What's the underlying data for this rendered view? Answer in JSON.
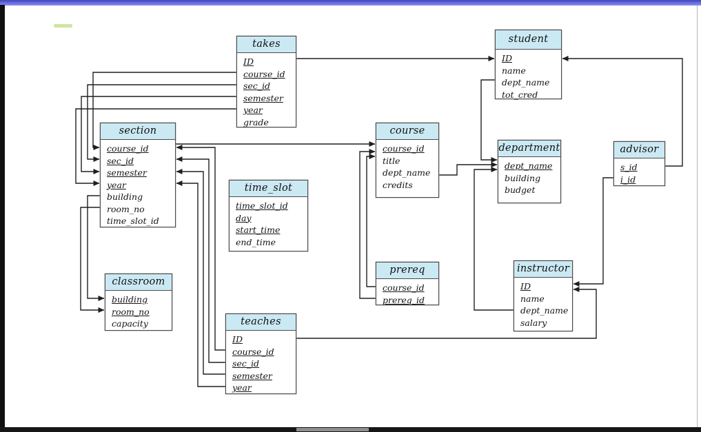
{
  "page": {
    "description": "Schema diagram for the university database",
    "background": "#ffffff",
    "topbar_color": "#6b6fdf",
    "edge_color": "#101010",
    "green_dash_color": "#cfe4a4",
    "box_header_fill": "#cbe9f3",
    "box_border_color": "#4a4a4a",
    "wire_color": "#1f1f1f"
  },
  "tables": {
    "takes": {
      "title": "takes",
      "fields": [
        {
          "text": "ID",
          "key": true
        },
        {
          "text": "course_id",
          "key": true
        },
        {
          "text": "sec_id",
          "key": true
        },
        {
          "text": "semester",
          "key": true
        },
        {
          "text": "year",
          "key": true
        },
        {
          "text": "grade",
          "key": false
        }
      ]
    },
    "student": {
      "title": "student",
      "fields": [
        {
          "text": "ID",
          "key": true
        },
        {
          "text": "name",
          "key": false
        },
        {
          "text": "dept_name",
          "key": false
        },
        {
          "text": "tot_cred",
          "key": false
        }
      ]
    },
    "section": {
      "title": "section",
      "fields": [
        {
          "text": "course_id",
          "key": true
        },
        {
          "text": "sec_id",
          "key": true
        },
        {
          "text": "semester",
          "key": true
        },
        {
          "text": "year",
          "key": true
        },
        {
          "text": "building",
          "key": false
        },
        {
          "text": "room_no",
          "key": false
        },
        {
          "text": "time_slot_id",
          "key": false
        }
      ]
    },
    "course": {
      "title": "course",
      "fields": [
        {
          "text": "course_id",
          "key": true
        },
        {
          "text": "title",
          "key": false
        },
        {
          "text": "dept_name",
          "key": false
        },
        {
          "text": "credits",
          "key": false
        }
      ]
    },
    "department": {
      "title": "department",
      "fields": [
        {
          "text": "dept_name",
          "key": true
        },
        {
          "text": "building",
          "key": false
        },
        {
          "text": "budget",
          "key": false
        }
      ]
    },
    "advisor": {
      "title": "advisor",
      "fields": [
        {
          "text": "s_id",
          "key": true
        },
        {
          "text": "i_id",
          "key": true
        }
      ]
    },
    "time_slot": {
      "title": "time_slot",
      "fields": [
        {
          "text": "time_slot_id",
          "key": true
        },
        {
          "text": "day",
          "key": true
        },
        {
          "text": "start_time",
          "key": true
        },
        {
          "text": "end_time",
          "key": false
        }
      ]
    },
    "prereq": {
      "title": "prereq",
      "fields": [
        {
          "text": "course_id",
          "key": true
        },
        {
          "text": "prereq_id",
          "key": true
        }
      ]
    },
    "instructor": {
      "title": "instructor",
      "fields": [
        {
          "text": "ID",
          "key": true
        },
        {
          "text": "name",
          "key": false
        },
        {
          "text": "dept_name",
          "key": false
        },
        {
          "text": "salary",
          "key": false
        }
      ]
    },
    "classroom": {
      "title": "classroom",
      "fields": [
        {
          "text": "building",
          "key": true
        },
        {
          "text": "room_no",
          "key": true
        },
        {
          "text": "capacity",
          "key": false
        }
      ]
    },
    "teaches": {
      "title": "teaches",
      "fields": [
        {
          "text": "ID",
          "key": true
        },
        {
          "text": "course_id",
          "key": true
        },
        {
          "text": "sec_id",
          "key": true
        },
        {
          "text": "semester",
          "key": true
        },
        {
          "text": "year",
          "key": true
        }
      ]
    }
  },
  "relationships": [
    {
      "from": "takes.ID",
      "to": "student.ID"
    },
    {
      "from": "takes.course_id",
      "to": "section.course_id"
    },
    {
      "from": "takes.sec_id",
      "to": "section.sec_id"
    },
    {
      "from": "takes.semester",
      "to": "section.semester"
    },
    {
      "from": "takes.year",
      "to": "section.year"
    },
    {
      "from": "section.course_id",
      "to": "course.course_id"
    },
    {
      "from": "section.building",
      "to": "classroom.building"
    },
    {
      "from": "section.room_no",
      "to": "classroom.room_no"
    },
    {
      "from": "teaches.ID",
      "to": "instructor.ID"
    },
    {
      "from": "teaches.course_id",
      "to": "section.course_id"
    },
    {
      "from": "teaches.sec_id",
      "to": "section.sec_id"
    },
    {
      "from": "teaches.semester",
      "to": "section.semester"
    },
    {
      "from": "teaches.year",
      "to": "section.year"
    },
    {
      "from": "prereq.course_id",
      "to": "course.course_id"
    },
    {
      "from": "prereq.prereq_id",
      "to": "course.course_id"
    },
    {
      "from": "course.dept_name",
      "to": "department.dept_name"
    },
    {
      "from": "student.dept_name",
      "to": "department.dept_name"
    },
    {
      "from": "instructor.dept_name",
      "to": "department.dept_name"
    },
    {
      "from": "advisor.s_id",
      "to": "student.ID"
    },
    {
      "from": "advisor.i_id",
      "to": "instructor.ID"
    }
  ]
}
